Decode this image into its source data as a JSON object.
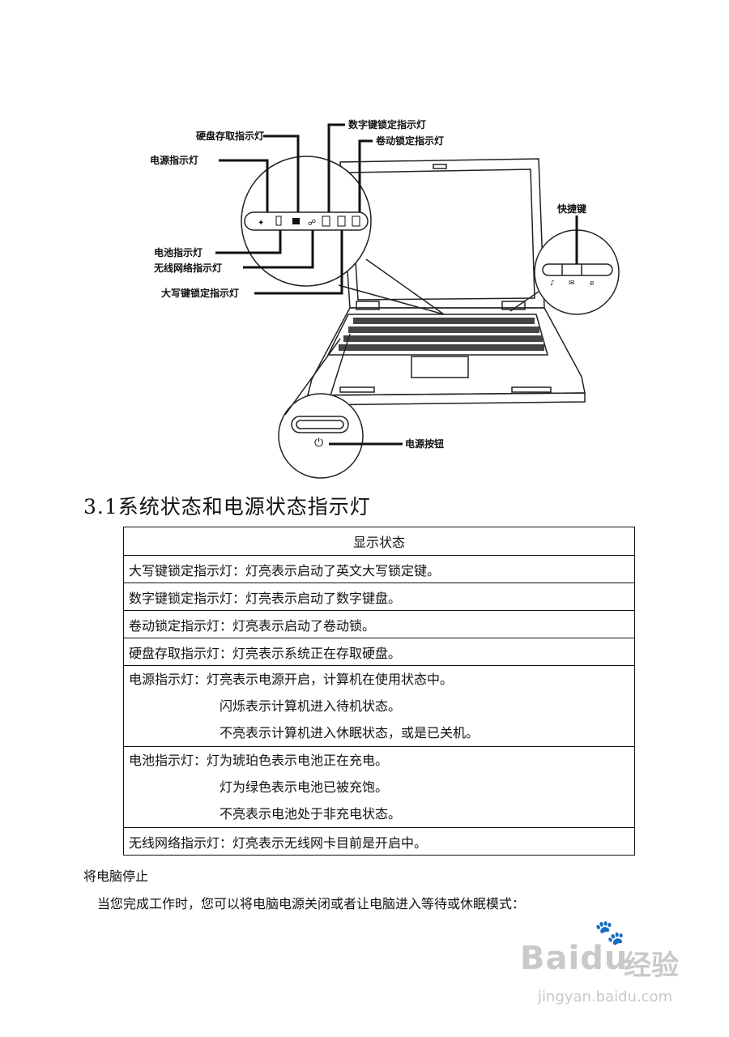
{
  "diagram": {
    "labels": {
      "hdd": "硬盘存取指示灯",
      "power_led": "电源指示灯",
      "numlock": "数字键锁定指示灯",
      "scrolllock": "卷动锁定指示灯",
      "hotkeys": "快捷键",
      "battery": "电池指示灯",
      "wireless": "无线网络指示灯",
      "capslock": "大写键锁定指示灯",
      "power_button": "电源按钮"
    }
  },
  "section_title": "3.1系统状态和电源状态指示灯",
  "table": {
    "header": "显示状态",
    "rows": [
      {
        "lines": [
          "大写键锁定指示灯：灯亮表示启动了英文大写锁定键。"
        ]
      },
      {
        "lines": [
          "数字键锁定指示灯：灯亮表示启动了数字键盘。"
        ]
      },
      {
        "lines": [
          "卷动锁定指示灯：灯亮表示启动了卷动锁。"
        ]
      },
      {
        "lines": [
          "硬盘存取指示灯：灯亮表示系统正在存取硬盘。"
        ]
      },
      {
        "lines": [
          "电源指示灯：灯亮表示电源开启，计算机在使用状态中。",
          "闪烁表示计算机进入待机状态。",
          "不亮表示计算机进入休眠状态，或是已关机。"
        ]
      },
      {
        "lines": [
          "电池指示灯：灯为琥珀色表示电池正在充电。",
          "灯为绿色表示电池已被充饱。",
          "不亮表示电池处于非充电状态。"
        ]
      },
      {
        "lines": [
          "无线网络指示灯：灯亮表示无线网卡目前是开启中。"
        ]
      }
    ]
  },
  "sub_heading": "将电脑停止",
  "body_text": "当您完成工作时，您可以将电脑电源关闭或者让电脑进入等待或休眠模式：",
  "watermark": {
    "brand": "Baidu",
    "cn": "经验",
    "url": "jingyan.baidu.com"
  }
}
